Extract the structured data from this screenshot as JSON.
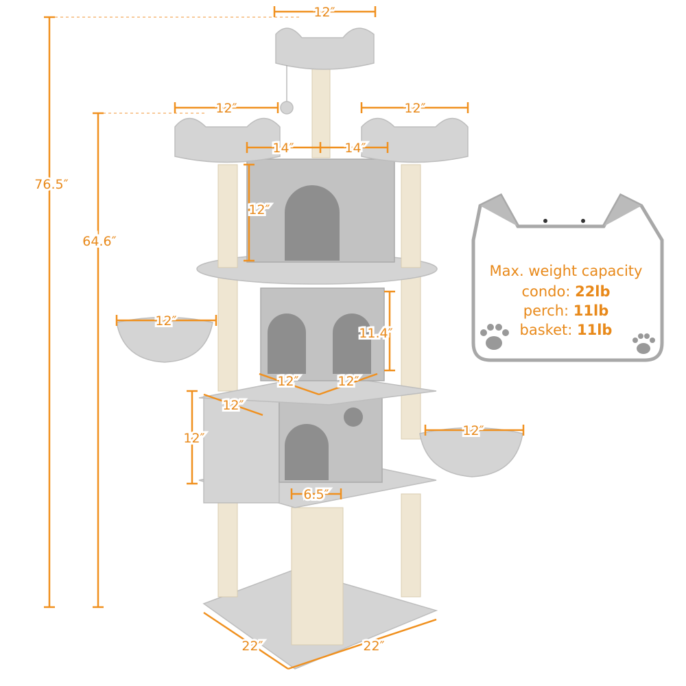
{
  "dimensions": {
    "total_height": "76.5″",
    "perch_height": "64.6″",
    "top_perch_width": "12″",
    "left_perch_width": "12″",
    "right_perch_width": "12″",
    "top_condo_left_width": "14″",
    "top_condo_right_width": "14″",
    "top_condo_height": "12″",
    "left_basket_width": "12″",
    "middle_condo_height": "11.4″",
    "middle_condo_left_width": "12″",
    "middle_condo_right_width": "12″",
    "lower_condo_depth": "12″",
    "lower_condo_height": "12″",
    "right_basket_width": "12″",
    "tunnel_opening": "6.5″",
    "base_left": "22″",
    "base_right": "22″"
  },
  "capacity_panel": {
    "title": "Max. weight capacity",
    "rows": [
      {
        "label": "condo: ",
        "value": "22lb"
      },
      {
        "label": "perch: ",
        "value": "11lb"
      },
      {
        "label": "basket: ",
        "value": "11lb"
      }
    ]
  },
  "colors": {
    "dimension": "#f0901e",
    "plush": "#d4d4d4",
    "sisal": "#efe6d2"
  }
}
